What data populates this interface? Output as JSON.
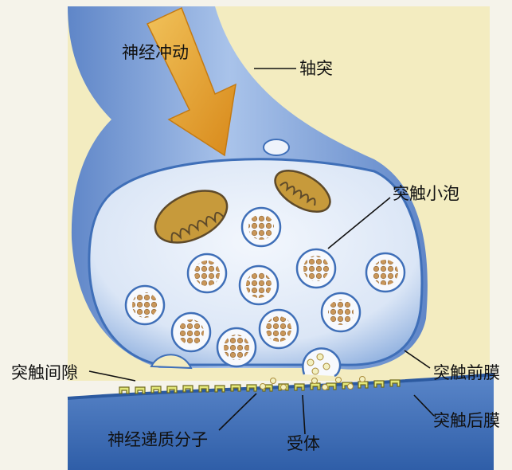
{
  "labels": {
    "nerve_impulse": "神经冲动",
    "axon": "轴突",
    "synaptic_vesicle": "突触小泡",
    "synaptic_cleft": "突触间隙",
    "presynaptic_membrane": "突触前膜",
    "postsynaptic_membrane": "突触后膜",
    "neurotransmitter": "神经递质分子",
    "receptor": "受体"
  },
  "colors": {
    "background": "#f5f3ea",
    "paper_yellow": "#f3ecc0",
    "axon_blue": "#7fa3da",
    "bulb_fill": "#dfe9f7",
    "postsynaptic_blue": "#3f6fb8",
    "arrow": "#e8a21f",
    "mitochondria": "#c79a3b",
    "vesicle_granule": "#c8965a",
    "receptor_yellow": "#e4e87a"
  }
}
